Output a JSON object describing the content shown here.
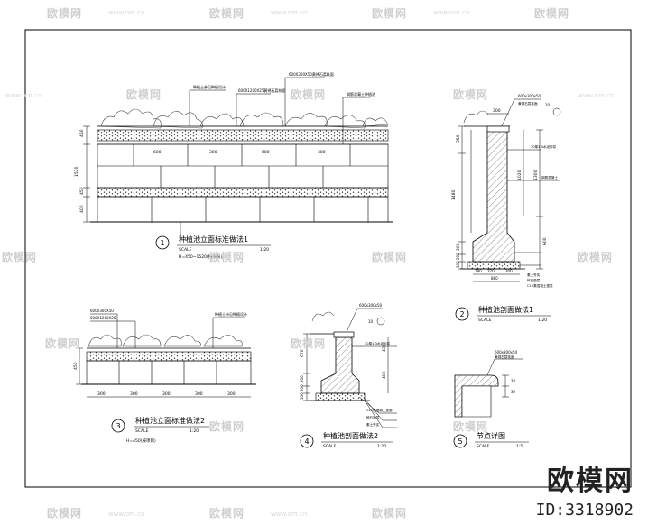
{
  "watermark": {
    "brand": "欧模网",
    "url": "www.om.cn",
    "brand_large": "欧模网",
    "id_text": "ID:3318902"
  },
  "details": [
    {
      "number": "1",
      "title": "种植池立面标准做法1",
      "scale_label": "SCALE",
      "scale": "1:20",
      "note": "H=450~1520(按项目)"
    },
    {
      "number": "2",
      "title": "种植池剖面做法1",
      "scale_label": "SCALE",
      "scale": "1:20"
    },
    {
      "number": "3",
      "title": "种植池立面标准做法2",
      "scale_label": "SCALE",
      "scale": "1:20",
      "note": "H=450(按项目)"
    },
    {
      "number": "4",
      "title": "种植池剖面做法2",
      "scale_label": "SCALE",
      "scale": "1:20"
    },
    {
      "number": "5",
      "title": "节点详图",
      "scale_label": "SCALE",
      "scale": "1:5"
    }
  ],
  "dims": {
    "d1_left": [
      "450",
      "1520",
      "450",
      "400"
    ],
    "d1_top": [
      "600",
      "300",
      "600",
      "300"
    ],
    "d2_top": "300",
    "d2_left": [
      "350",
      "1480",
      "200",
      "200",
      "100"
    ],
    "d2_right": [
      "1020",
      "1300",
      "600"
    ],
    "d2_bottom": [
      "180",
      "370",
      "300",
      "880"
    ],
    "d2_callout": "10",
    "d3_left": "450",
    "d3_bottom": [
      "300",
      "300",
      "300",
      "300",
      "300"
    ],
    "d4_left": [
      "670",
      "200",
      "200",
      "100"
    ],
    "d4_right": [
      "430",
      "400"
    ],
    "d4_callout": "10",
    "d5_top": "600x300x50",
    "d5_right": [
      "20",
      "30"
    ]
  },
  "annotations": {
    "d1": [
      "种植土参见种植设计",
      "600X1200X25黄锈石荔枝面",
      "600X300X50黄锈石荔枝面",
      "钢筋混凝土种植池"
    ],
    "d2": [
      "600x300x50",
      "黄锈石荔枝面",
      "30厚1:3水泥砂浆",
      "钢筋混凝土",
      "C15素混凝土垫层",
      "碎石垫层",
      "素土夯实"
    ],
    "d3": [
      "600X300X50",
      "600X1200X25",
      "种植土参见种植设计"
    ],
    "d4": [
      "600x300x50",
      "30厚1:3水泥砂浆",
      "C15素混凝土垫层",
      "碎石垫层",
      "素土夯实"
    ],
    "d5": [
      "黄锈石荔枝面"
    ]
  }
}
